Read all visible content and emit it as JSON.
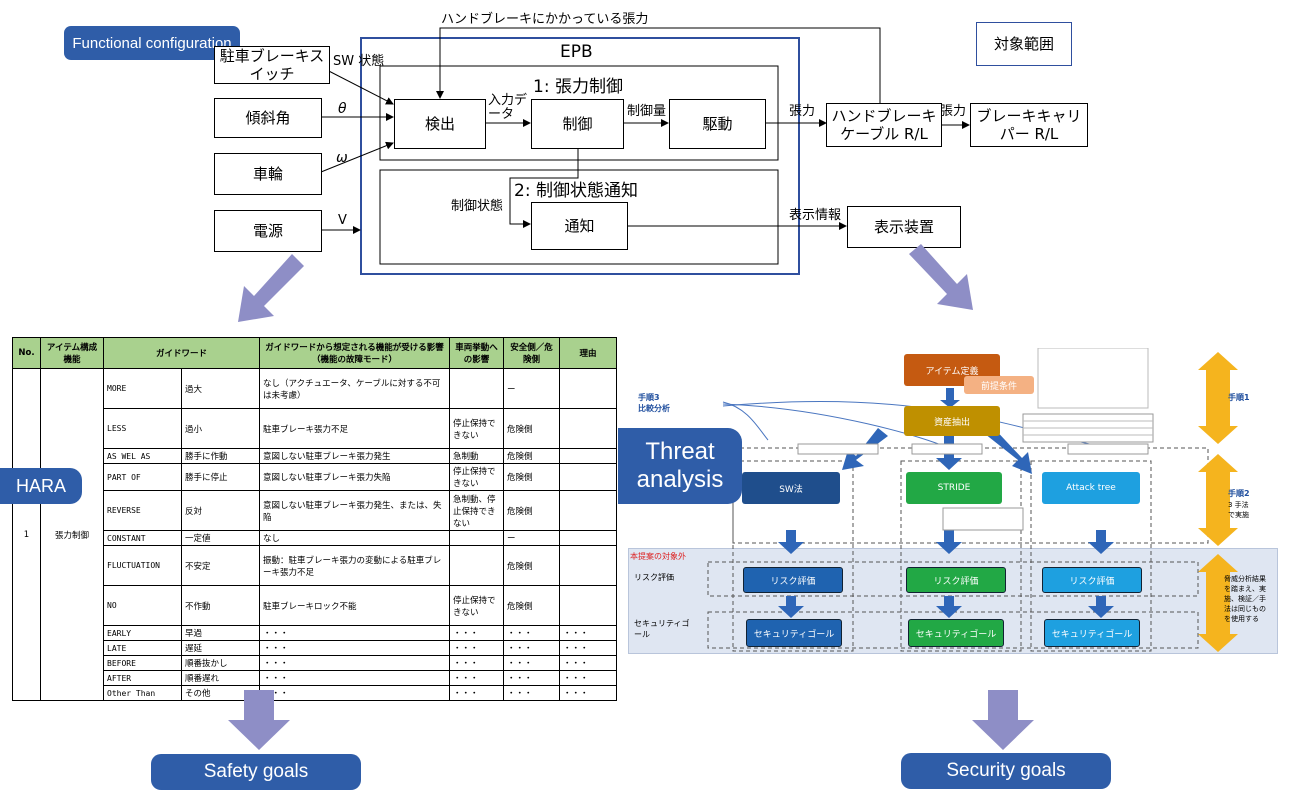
{
  "fc": {
    "label": "Functional configuration",
    "top_label": "ハンドブレーキにかかっている張力",
    "scope_label": "対象範囲",
    "epb_title": "EPB",
    "sec1_title": "1: 張力制御",
    "sec2_title": "2: 制御状態通知",
    "inputs": [
      {
        "name": "駐車ブレーキスイッチ",
        "signal": "SW 状態"
      },
      {
        "name": "傾斜角",
        "signal": "θ"
      },
      {
        "name": "車輪",
        "signal": "ω"
      },
      {
        "name": "電源",
        "signal": "V"
      }
    ],
    "blocks": {
      "detect": "検出",
      "control": "制御",
      "drive": "駆動",
      "notify": "通知"
    },
    "edges": {
      "input_data": "入力データ",
      "control_amount": "制御量",
      "tension": "張力",
      "tension2": "張力",
      "control_state": "制御状態",
      "display_info": "表示情報"
    },
    "outputs": {
      "cable": "ハンドブレーキケーブル R/L",
      "caliper": "ブレーキキャリパー R/L",
      "display": "表示装置"
    }
  },
  "hara": {
    "label": "HARA",
    "headers": [
      "No.",
      "アイテム構成機能",
      "ガイドワード",
      "ガイドワードから想定される機能が受ける影響（機能の故障モード）",
      "車両挙動への影響",
      "安全側／危険側",
      "理由"
    ],
    "no": "1",
    "item": "張力制御",
    "rows": [
      {
        "gw": "MORE",
        "jp": "過大",
        "effect": "なし（アクチュエータ、ケーブルに対する不可は未考慮）",
        "vehicle": "",
        "safe": "ー",
        "reason": ""
      },
      {
        "gw": "LESS",
        "jp": "過小",
        "effect": "駐車ブレーキ張力不足",
        "vehicle": "停止保持できない",
        "safe": "危険側",
        "reason": ""
      },
      {
        "gw": "AS WEL AS",
        "jp": "勝手に作動",
        "effect": "意図しない駐車ブレーキ張力発生",
        "vehicle": "急制動",
        "safe": "危険側",
        "reason": ""
      },
      {
        "gw": "PART OF",
        "jp": "勝手に停止",
        "effect": "意図しない駐車ブレーキ張力失陥",
        "vehicle": "停止保持できない",
        "safe": "危険側",
        "reason": ""
      },
      {
        "gw": "REVERSE",
        "jp": "反対",
        "effect": "意図しない駐車ブレーキ張力発生、または、失陥",
        "vehicle": "急制動、停止保持できない",
        "safe": "危険側",
        "reason": ""
      },
      {
        "gw": "CONSTANT",
        "jp": "一定値",
        "effect": "なし",
        "vehicle": "",
        "safe": "ー",
        "reason": ""
      },
      {
        "gw": "FLUCTUATION",
        "jp": "不安定",
        "effect": "振動：駐車ブレーキ張力の変動による駐車ブレーキ張力不足",
        "vehicle": "",
        "safe": "危険側",
        "reason": ""
      },
      {
        "gw": "NO",
        "jp": "不作動",
        "effect": "駐車ブレーキロック不能",
        "vehicle": "停止保持できない",
        "safe": "危険側",
        "reason": ""
      },
      {
        "gw": "EARLY",
        "jp": "早過",
        "effect": "・・・",
        "vehicle": "・・・",
        "safe": "・・・",
        "reason": "・・・"
      },
      {
        "gw": "LATE",
        "jp": "遅延",
        "effect": "・・・",
        "vehicle": "・・・",
        "safe": "・・・",
        "reason": "・・・"
      },
      {
        "gw": "BEFORE",
        "jp": "順番抜かし",
        "effect": "・・・",
        "vehicle": "・・・",
        "safe": "・・・",
        "reason": "・・・"
      },
      {
        "gw": "AFTER",
        "jp": "順番遅れ",
        "effect": "・・・",
        "vehicle": "・・・",
        "safe": "・・・",
        "reason": "・・・"
      },
      {
        "gw": "Other Than",
        "jp": "その他",
        "effect": "・・・",
        "vehicle": "・・・",
        "safe": "・・・",
        "reason": "・・・"
      }
    ]
  },
  "threat": {
    "label": "Threat analysis",
    "item_def": "アイテム定義",
    "precondition": "前提条件",
    "asset": "資産抽出",
    "step3": "手順3\n比較分析",
    "step1": "手順1",
    "step2": "手順2",
    "step2_sub": "3 手法\nで実施",
    "methods": [
      "SW法",
      "STRIDE",
      "Attack tree"
    ],
    "out_of_scope": "本提案の対象外",
    "risk_row": "リスク評価",
    "goal_row": "セキュリティゴール",
    "risk_box": "リスク評価",
    "goal_box": "セキュリティゴール",
    "side_note": "脅威分析結果を踏まえ、実施、検証／手法は同じものを使用する"
  },
  "goals": {
    "safety": "Safety goals",
    "security": "Security goals"
  },
  "colors": {
    "accent": "#2f5da8",
    "arrow": "#8e8ec6",
    "header": "#a9d18e",
    "orange": "#f5b41e"
  }
}
